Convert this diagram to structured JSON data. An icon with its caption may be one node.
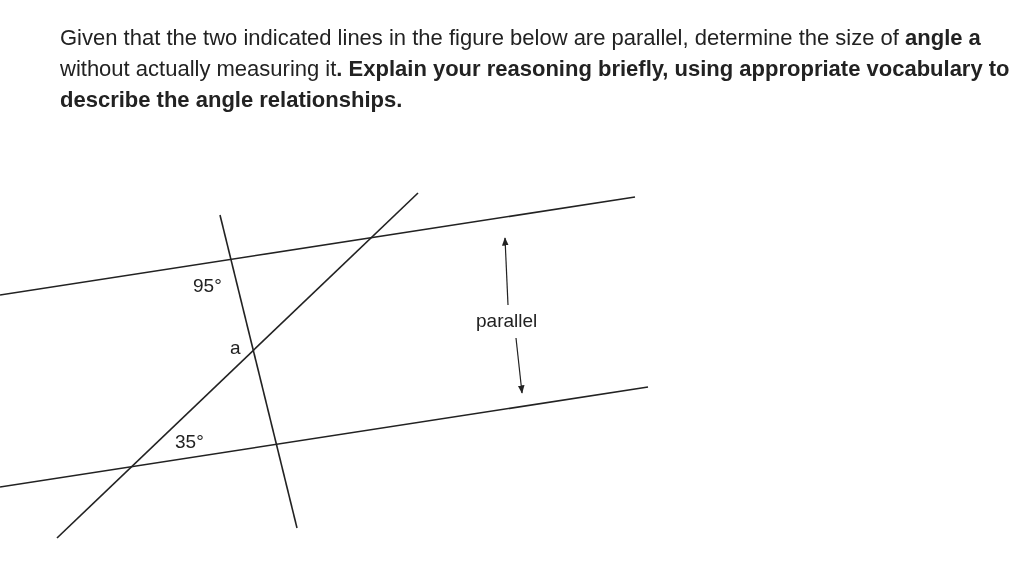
{
  "diagram": {
    "title": "Given that the two indicated lines in the figure below are parallel, determine the size of **angle a** without actually measuring it**. Explain your reasoning briefly, using appropriate vocabulary to describe the angle relationships.**",
    "labels": [
      "95°",
      "a",
      "35°",
      "parallel"
    ]
  }
}
